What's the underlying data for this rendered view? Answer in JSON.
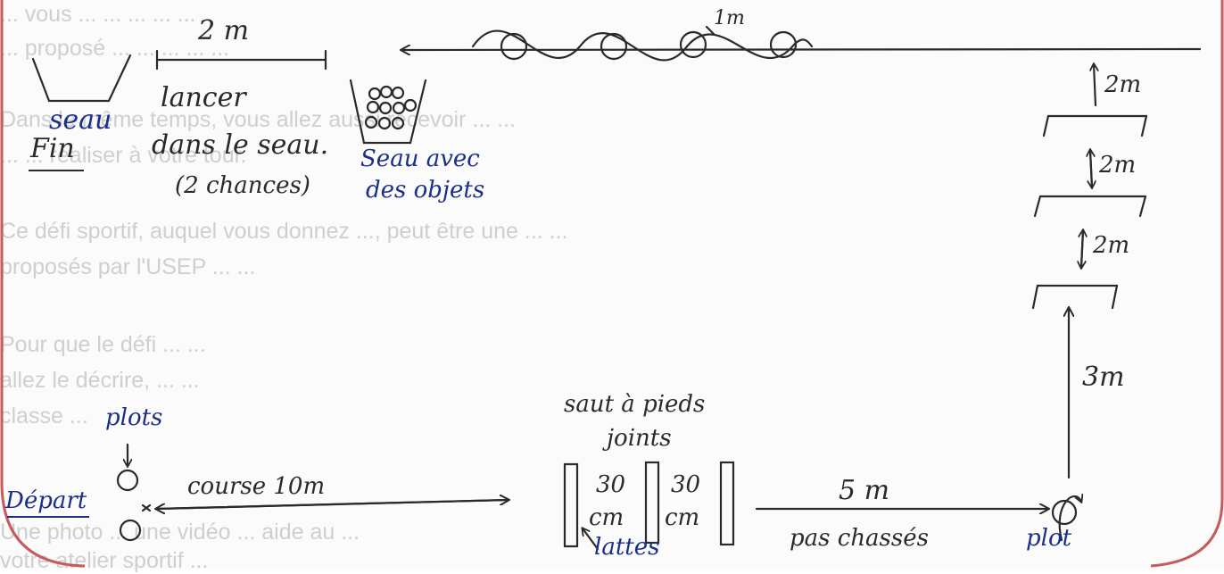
{
  "background_lines": [
    "... vous ... ... ... ... ...",
    "... proposé ... ... ... ... ...",
    "Dans le même temps, vous allez aussi recevoir ... ...",
    "... ... réaliser à votre tour.",
    "Ce défi sportif, auquel vous donnez ..., peut être une ... ...",
    "proposés par l'USEP ... ...",
    "Pour que le défi ... ...",
    "allez le décrire, ... ...",
    "classe ...",
    "Une photo ... une vidéo ... aide au ...",
    "votre atelier sportif ..."
  ],
  "diagram": {
    "fin_label": "Fin",
    "seau_label": "seau",
    "distance_2m_top": "2 m",
    "lancer_line1": "lancer",
    "lancer_line2": "dans le seau.",
    "lancer_line3": "(2 chances)",
    "seau_objets_line1": "Seau avec",
    "seau_objets_line2": "des objets",
    "wave_distance": "1m",
    "right_dist_1": "2m",
    "right_dist_2": "2m",
    "right_dist_3": "2m",
    "right_dist_4": "3m",
    "plots_label": "plots",
    "depart_label": "Départ",
    "course_label": "course 10m",
    "saut_line1": "saut à pieds",
    "saut_line2": "joints",
    "slat_gap_1": "30",
    "slat_gap_1_unit": "cm",
    "slat_gap_2": "30",
    "slat_gap_2_unit": "cm",
    "lattes_label": "lattes",
    "distance_5m": "5 m",
    "pas_chasses": "pas chassés",
    "plot_label": "plot",
    "ink_black": "#2a2a2a",
    "ink_blue": "#1a2f8a",
    "border_color": "#c75a5a"
  }
}
